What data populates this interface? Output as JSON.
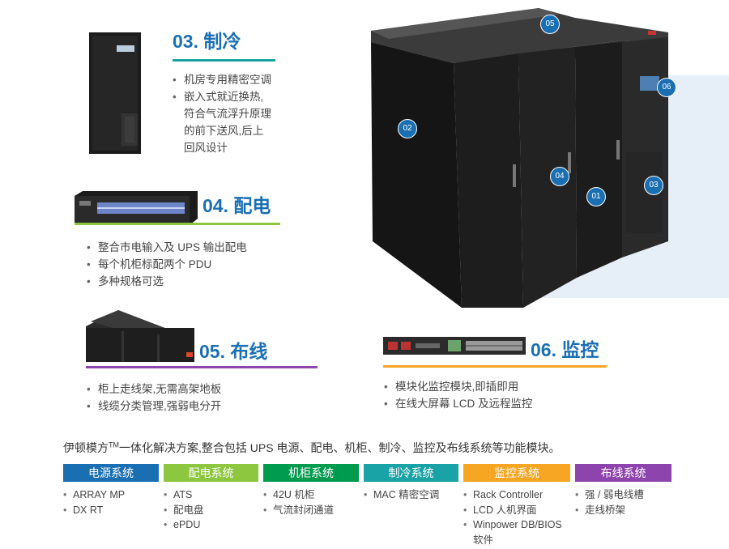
{
  "sections": {
    "s03": {
      "title": "03. 制冷",
      "items": [
        "机房专用精密空调",
        "嵌入式就近换热,",
        "符合气流浮升原理",
        "的前下送风,后上",
        "回风设计"
      ]
    },
    "s04": {
      "title": "04. 配电",
      "items": [
        "整合市电输入及 UPS 输出配电",
        "每个机柜标配两个 PDU",
        "多种规格可选"
      ]
    },
    "s05": {
      "title": "05. 布线",
      "items": [
        "柜上走线架,无需高架地板",
        "线缆分类管理,强弱电分开"
      ]
    },
    "s06": {
      "title": "06. 监控",
      "items": [
        "模块化监控模块,即插即用",
        "在线大屏幕 LCD 及远程监控"
      ]
    }
  },
  "badges": [
    "01",
    "02",
    "03",
    "04",
    "05",
    "06"
  ],
  "intro": {
    "text_a": "伊顿模方",
    "tm": "TM",
    "text_b": "一体化解决方案,整合包括 UPS 电源、配电、机柜、制冷、监控及布线系统等功能模块。"
  },
  "categories": [
    {
      "name": "电源系统",
      "color": "#1a6fb3",
      "items": [
        "ARRAY MP",
        "DX RT"
      ]
    },
    {
      "name": "配电系统",
      "color": "#8dc63f",
      "items": [
        "ATS",
        "配电盘",
        "ePDU"
      ]
    },
    {
      "name": "机柜系统",
      "color": "#009b4e",
      "items": [
        "42U 机柜",
        "气流封闭通道"
      ]
    },
    {
      "name": "制冷系统",
      "color": "#1aa3a6",
      "items": [
        "MAC 精密空调"
      ]
    },
    {
      "name": "监控系统",
      "color": "#f6a623",
      "items": [
        "Rack Controller",
        "LCD 人机界面",
        "Winpower DB/BIOS",
        "软件"
      ]
    },
    {
      "name": "布线系统",
      "color": "#8e44ad",
      "items": [
        "强 / 弱电线槽",
        "走线桥架"
      ]
    }
  ],
  "colors": {
    "s03_bar": "#1aa3a6",
    "s04_bar": "#8dc63f",
    "s05_bar": "#8e44ad",
    "s06_bar": "#f6a623",
    "title": "#1a6fb3"
  }
}
